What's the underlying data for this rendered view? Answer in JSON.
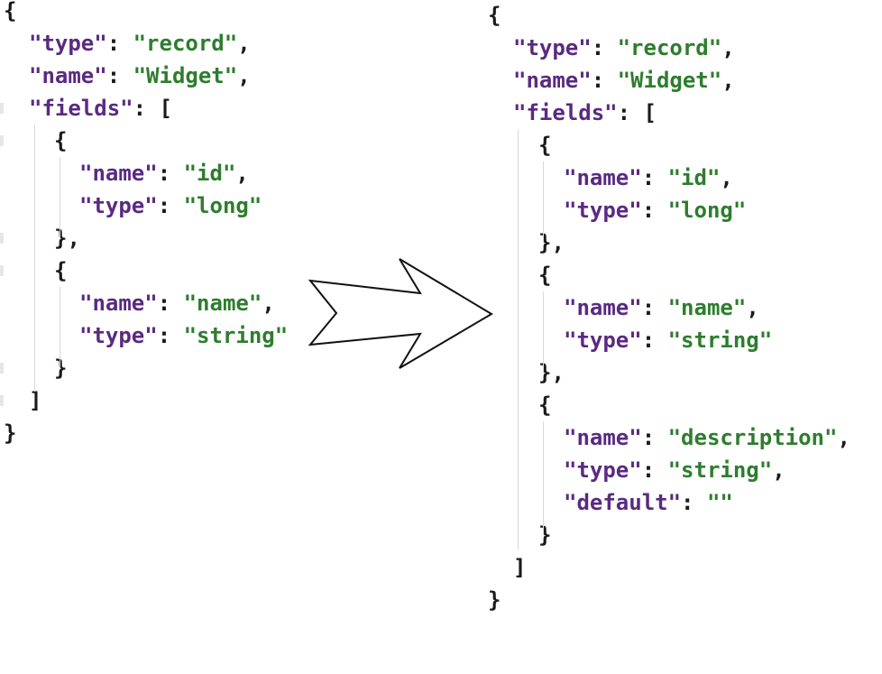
{
  "before": {
    "lines": [
      [
        {
          "t": "{",
          "c": "pun"
        }
      ],
      [
        {
          "t": "\"type\"",
          "c": "key"
        },
        {
          "t": ": ",
          "c": "pun"
        },
        {
          "t": "\"record\"",
          "c": "str"
        },
        {
          "t": ",",
          "c": "pun"
        }
      ],
      [
        {
          "t": "\"name\"",
          "c": "key"
        },
        {
          "t": ": ",
          "c": "pun"
        },
        {
          "t": "\"Widget\"",
          "c": "str"
        },
        {
          "t": ",",
          "c": "pun"
        }
      ],
      [
        {
          "t": "\"fields\"",
          "c": "key"
        },
        {
          "t": ": [",
          "c": "pun"
        }
      ],
      [
        {
          "t": "{",
          "c": "pun"
        }
      ],
      [
        {
          "t": "\"name\"",
          "c": "key"
        },
        {
          "t": ": ",
          "c": "pun"
        },
        {
          "t": "\"id\"",
          "c": "str"
        },
        {
          "t": ",",
          "c": "pun"
        }
      ],
      [
        {
          "t": "\"type\"",
          "c": "key"
        },
        {
          "t": ": ",
          "c": "pun"
        },
        {
          "t": "\"long\"",
          "c": "str"
        }
      ],
      [
        {
          "t": "},",
          "c": "pun"
        }
      ],
      [
        {
          "t": "{",
          "c": "pun"
        }
      ],
      [
        {
          "t": "\"name\"",
          "c": "key"
        },
        {
          "t": ": ",
          "c": "pun"
        },
        {
          "t": "\"name\"",
          "c": "str"
        },
        {
          "t": ",",
          "c": "pun"
        }
      ],
      [
        {
          "t": "\"type\"",
          "c": "key"
        },
        {
          "t": ": ",
          "c": "pun"
        },
        {
          "t": "\"string\"",
          "c": "str"
        }
      ],
      [
        {
          "t": "}",
          "c": "pun"
        }
      ],
      [
        {
          "t": "]",
          "c": "pun"
        }
      ],
      [
        {
          "t": "}",
          "c": "pun"
        }
      ]
    ]
  },
  "after": {
    "lines": [
      [
        {
          "t": "{",
          "c": "pun"
        }
      ],
      [
        {
          "t": "\"type\"",
          "c": "key"
        },
        {
          "t": ": ",
          "c": "pun"
        },
        {
          "t": "\"record\"",
          "c": "str"
        },
        {
          "t": ",",
          "c": "pun"
        }
      ],
      [
        {
          "t": "\"name\"",
          "c": "key"
        },
        {
          "t": ": ",
          "c": "pun"
        },
        {
          "t": "\"Widget\"",
          "c": "str"
        },
        {
          "t": ",",
          "c": "pun"
        }
      ],
      [
        {
          "t": "\"fields\"",
          "c": "key"
        },
        {
          "t": ": [",
          "c": "pun"
        }
      ],
      [
        {
          "t": "{",
          "c": "pun"
        }
      ],
      [
        {
          "t": "\"name\"",
          "c": "key"
        },
        {
          "t": ": ",
          "c": "pun"
        },
        {
          "t": "\"id\"",
          "c": "str"
        },
        {
          "t": ",",
          "c": "pun"
        }
      ],
      [
        {
          "t": "\"type\"",
          "c": "key"
        },
        {
          "t": ": ",
          "c": "pun"
        },
        {
          "t": "\"long\"",
          "c": "str"
        }
      ],
      [
        {
          "t": "},",
          "c": "pun"
        }
      ],
      [
        {
          "t": "{",
          "c": "pun"
        }
      ],
      [
        {
          "t": "\"name\"",
          "c": "key"
        },
        {
          "t": ": ",
          "c": "pun"
        },
        {
          "t": "\"name\"",
          "c": "str"
        },
        {
          "t": ",",
          "c": "pun"
        }
      ],
      [
        {
          "t": "\"type\"",
          "c": "key"
        },
        {
          "t": ": ",
          "c": "pun"
        },
        {
          "t": "\"string\"",
          "c": "str"
        }
      ],
      [
        {
          "t": "},",
          "c": "pun"
        }
      ],
      [
        {
          "t": "{",
          "c": "pun"
        }
      ],
      [
        {
          "t": "\"name\"",
          "c": "key"
        },
        {
          "t": ": ",
          "c": "pun"
        },
        {
          "t": "\"description\"",
          "c": "str"
        },
        {
          "t": ",",
          "c": "pun"
        }
      ],
      [
        {
          "t": "\"type\"",
          "c": "key"
        },
        {
          "t": ": ",
          "c": "pun"
        },
        {
          "t": "\"string\"",
          "c": "str"
        },
        {
          "t": ",",
          "c": "pun"
        }
      ],
      [
        {
          "t": "\"default\"",
          "c": "key"
        },
        {
          "t": ": ",
          "c": "pun"
        },
        {
          "t": "\"\"",
          "c": "str"
        }
      ],
      [
        {
          "t": "}",
          "c": "pun"
        }
      ],
      [
        {
          "t": "]",
          "c": "pun"
        }
      ],
      [
        {
          "t": "}",
          "c": "pun"
        }
      ]
    ]
  },
  "arrow_icon": "right-arrow-outline",
  "colors": {
    "key": "#5a2a82",
    "string": "#2e7d2e",
    "punctuation": "#1a1a1a",
    "guide": "#d8d8d8"
  }
}
